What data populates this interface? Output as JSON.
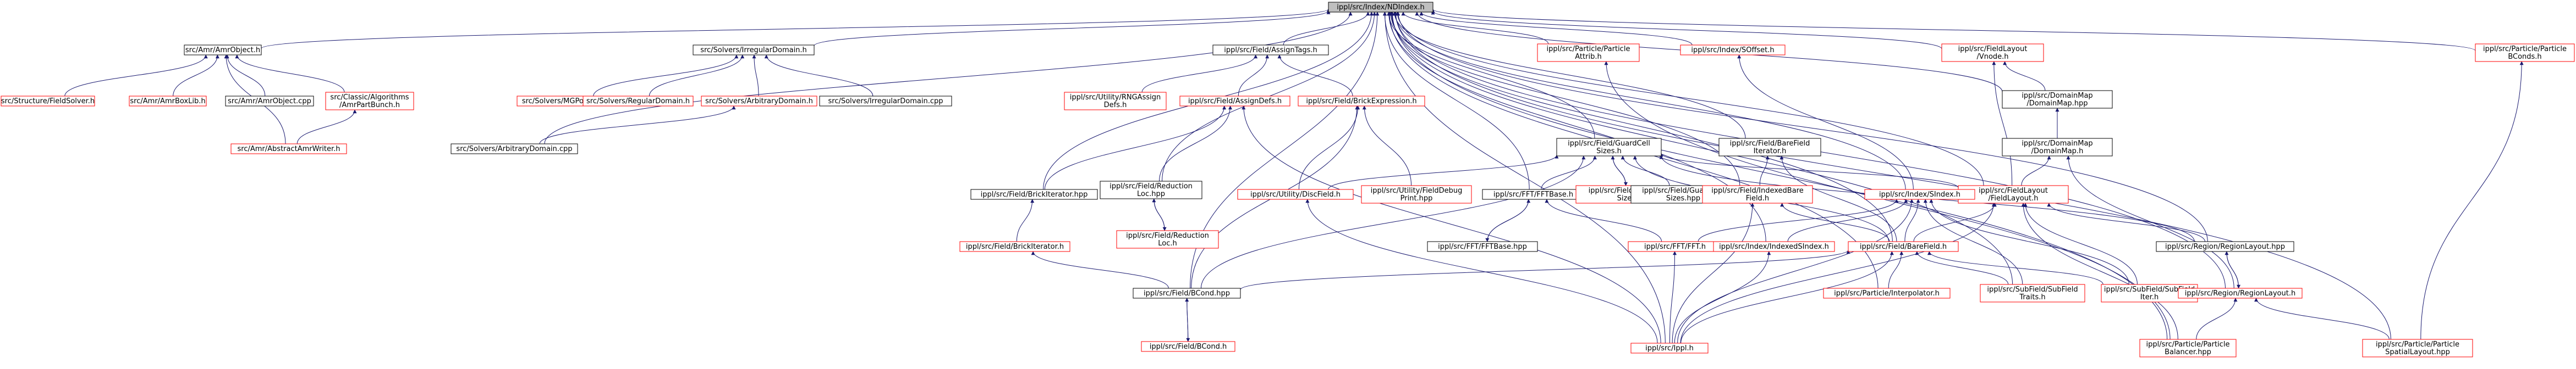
{
  "colors": {
    "edge": "#191970",
    "red_border": "#ff0000",
    "black_border": "#000000",
    "root_fill": "#bfbfbf",
    "node_fill": "#ffffff",
    "text": "#000000"
  },
  "nodes": [
    {
      "id": "root",
      "lines": [
        "ippl/src/Index/NDIndex.h"
      ],
      "border": "black",
      "root": true
    },
    {
      "id": "amrobject",
      "lines": [
        "src/Amr/AmrObject.h"
      ],
      "border": "black"
    },
    {
      "id": "fieldsolver",
      "lines": [
        "src/Structure/FieldSolver.h"
      ],
      "border": "red"
    },
    {
      "id": "boxlib",
      "lines": [
        "src/Amr/AmrBoxLib.h"
      ],
      "border": "red"
    },
    {
      "id": "amrobjectcpp",
      "lines": [
        "src/Amr/AmrObject.cpp"
      ],
      "border": "black"
    },
    {
      "id": "amrpartbunch",
      "lines": [
        "src/Classic/Algorithms",
        "/AmrPartBunch.h"
      ],
      "border": "red"
    },
    {
      "id": "amrwriter",
      "lines": [
        "src/Amr/AbstractAmrWriter.h"
      ],
      "border": "red"
    },
    {
      "id": "irregdomain",
      "lines": [
        "src/Solvers/IrregularDomain.h"
      ],
      "border": "black"
    },
    {
      "id": "mgsolver",
      "lines": [
        "src/Solvers/MGPoissonSolver.h"
      ],
      "border": "red"
    },
    {
      "id": "regdomain",
      "lines": [
        "src/Solvers/RegularDomain.h"
      ],
      "border": "red"
    },
    {
      "id": "arbdomain",
      "lines": [
        "src/Solvers/ArbitraryDomain.h"
      ],
      "border": "red"
    },
    {
      "id": "irregdomaincpp",
      "lines": [
        "src/Solvers/IrregularDomain.cpp"
      ],
      "border": "black"
    },
    {
      "id": "arbdomaincpp",
      "lines": [
        "src/Solvers/ArbitraryDomain.cpp"
      ],
      "border": "black"
    },
    {
      "id": "assigntags",
      "lines": [
        "ippl/src/Field/AssignTags.h"
      ],
      "border": "black"
    },
    {
      "id": "rngassign",
      "lines": [
        "ippl/src/Utility/RNGAssign",
        "Defs.h"
      ],
      "border": "red"
    },
    {
      "id": "assigndefs",
      "lines": [
        "ippl/src/Field/AssignDefs.h"
      ],
      "border": "red"
    },
    {
      "id": "brickexpr",
      "lines": [
        "ippl/src/Field/BrickExpression.h"
      ],
      "border": "red"
    },
    {
      "id": "brickiterhpp",
      "lines": [
        "ippl/src/Field/BrickIterator.hpp"
      ],
      "border": "black"
    },
    {
      "id": "brickiterh",
      "lines": [
        "ippl/src/Field/BrickIterator.h"
      ],
      "border": "red"
    },
    {
      "id": "reductionhpp",
      "lines": [
        "ippl/src/Field/Reduction",
        "Loc.hpp"
      ],
      "border": "black"
    },
    {
      "id": "reductionh",
      "lines": [
        "ippl/src/Field/Reduction",
        "Loc.h"
      ],
      "border": "red"
    },
    {
      "id": "disctfield",
      "lines": [
        "ippl/src/Utility/DiscField.h"
      ],
      "border": "red"
    },
    {
      "id": "debugprint",
      "lines": [
        "ippl/src/Utility/FieldDebug",
        "Print.hpp"
      ],
      "border": "red"
    },
    {
      "id": "bcondhpp",
      "lines": [
        "ippl/src/Field/BCond.hpp"
      ],
      "border": "black"
    },
    {
      "id": "bcondh",
      "lines": [
        "ippl/src/Field/BCond.h"
      ],
      "border": "red"
    },
    {
      "id": "guardcell",
      "lines": [
        "ippl/src/Field/GuardCell",
        "Sizes.h"
      ],
      "border": "black"
    },
    {
      "id": "fftbaseh",
      "lines": [
        "ippl/src/FFT/FFTBase.h"
      ],
      "border": "black"
    },
    {
      "id": "fftbasehpp",
      "lines": [
        "ippl/src/FFT/FFTBase.hpp"
      ],
      "border": "black"
    },
    {
      "id": "guardcellred",
      "lines": [
        "ippl/src/Field/GuardCell",
        "Sizes.h"
      ],
      "border": "red"
    },
    {
      "id": "guardcellhpp",
      "lines": [
        "ippl/src/Field/GuardCell",
        "Sizes.hpp"
      ],
      "border": "black"
    },
    {
      "id": "particleattrib",
      "lines": [
        "ippl/src/Particle/Particle",
        "Attrib.h"
      ],
      "border": "red"
    },
    {
      "id": "sindexh",
      "lines": [
        "ippl/src/Index/SOffset.h"
      ],
      "border": "red"
    },
    {
      "id": "barefielditer",
      "lines": [
        "ippl/src/Field/BareField",
        "Iterator.h"
      ],
      "border": "black"
    },
    {
      "id": "indexedbare",
      "lines": [
        "ippl/src/Field/IndexedBare",
        "Field.h"
      ],
      "border": "red"
    },
    {
      "id": "fieldlayoutvnode",
      "lines": [
        "ippl/src/FieldLayout",
        "/Vnode.h"
      ],
      "border": "red"
    },
    {
      "id": "domainmaphpp",
      "lines": [
        "ippl/src/DomainMap",
        "/DomainMap.hpp"
      ],
      "border": "black"
    },
    {
      "id": "domainmaph",
      "lines": [
        "ippl/src/DomainMap",
        "/DomainMap.h"
      ],
      "border": "black"
    },
    {
      "id": "fieldlayout",
      "lines": [
        "ippl/src/FieldLayout",
        "/FieldLayout.h"
      ],
      "border": "red"
    },
    {
      "id": "sindexsix",
      "lines": [
        "ippl/src/Index/SIndex.h"
      ],
      "border": "red"
    },
    {
      "id": "ffth",
      "lines": [
        "ippl/src/FFT/FFT.h"
      ],
      "border": "red"
    },
    {
      "id": "indexedsindex",
      "lines": [
        "ippl/src/Index/IndexedSIndex.h"
      ],
      "border": "red"
    },
    {
      "id": "barefieldh",
      "lines": [
        "ippl/src/Field/BareField.h"
      ],
      "border": "red"
    },
    {
      "id": "ipplh",
      "lines": [
        "ippl/src/Ippl.h"
      ],
      "border": "red"
    },
    {
      "id": "interpolator",
      "lines": [
        "ippl/src/Particle/Interpolator.h"
      ],
      "border": "red"
    },
    {
      "id": "subfieldtraits",
      "lines": [
        "ippl/src/SubField/SubField",
        "Traits.h"
      ],
      "border": "red"
    },
    {
      "id": "subfielditer",
      "lines": [
        "ippl/src/SubField/SubField",
        "Iter.h"
      ],
      "border": "red"
    },
    {
      "id": "regionlayouthpp",
      "lines": [
        "ippl/src/Region/RegionLayout.hpp"
      ],
      "border": "black"
    },
    {
      "id": "regionlayouth",
      "lines": [
        "ippl/src/Region/RegionLayout.h"
      ],
      "border": "red"
    },
    {
      "id": "particlebcond",
      "lines": [
        "ippl/src/Particle/Particle",
        "BConds.h"
      ],
      "border": "red"
    },
    {
      "id": "particlebalancer",
      "lines": [
        "ippl/src/Particle/Particle",
        "Balancer.hpp"
      ],
      "border": "red"
    },
    {
      "id": "particlespatial",
      "lines": [
        "ippl/src/Particle/Particle",
        "SpatialLayout.hpp"
      ],
      "border": "red"
    }
  ],
  "edges": [
    [
      "root",
      "amrobject"
    ],
    [
      "root",
      "irregdomain"
    ],
    [
      "root",
      "assigntags"
    ],
    [
      "root",
      "guardcell"
    ],
    [
      "root",
      "particleattrib"
    ],
    [
      "root",
      "sindexh"
    ],
    [
      "root",
      "barefielditer"
    ],
    [
      "root",
      "fieldlayoutvnode"
    ],
    [
      "root",
      "domainmaphpp"
    ],
    [
      "root",
      "fieldlayout"
    ],
    [
      "root",
      "sindexsix"
    ],
    [
      "root",
      "brickiterhpp"
    ],
    [
      "root",
      "reductionhpp"
    ],
    [
      "root",
      "fftbaseh"
    ],
    [
      "root",
      "indexedsindex"
    ],
    [
      "root",
      "barefieldh"
    ],
    [
      "root",
      "ipplh"
    ],
    [
      "root",
      "interpolator"
    ],
    [
      "root",
      "subfieldtraits"
    ],
    [
      "root",
      "regionlayouthpp"
    ],
    [
      "root",
      "regionlayouth"
    ],
    [
      "root",
      "particlebcond"
    ],
    [
      "root",
      "particlebalancer"
    ],
    [
      "root",
      "particlespatial"
    ],
    [
      "root",
      "bcondhpp"
    ],
    [
      "root",
      "arbdomaincpp"
    ],
    [
      "root",
      "indexedbare"
    ],
    [
      "amrobject",
      "fieldsolver"
    ],
    [
      "amrobject",
      "boxlib"
    ],
    [
      "amrobject",
      "amrobjectcpp"
    ],
    [
      "amrobject",
      "amrpartbunch"
    ],
    [
      "amrobject",
      "amrwriter"
    ],
    [
      "amrpartbunch",
      "amrwriter"
    ],
    [
      "irregdomain",
      "mgsolver"
    ],
    [
      "irregdomain",
      "regdomain"
    ],
    [
      "irregdomain",
      "arbdomain"
    ],
    [
      "irregdomain",
      "irregdomaincpp"
    ],
    [
      "arbdomain",
      "arbdomaincpp"
    ],
    [
      "assigntags",
      "rngassign"
    ],
    [
      "assigntags",
      "assigndefs"
    ],
    [
      "assigntags",
      "brickexpr"
    ],
    [
      "assigndefs",
      "brickiterhpp"
    ],
    [
      "assigndefs",
      "reductionhpp"
    ],
    [
      "assigndefs",
      "ipplh"
    ],
    [
      "brickexpr",
      "disctfield"
    ],
    [
      "brickexpr",
      "debugprint"
    ],
    [
      "brickexpr",
      "bcondhpp"
    ],
    [
      "brickiterhpp",
      "brickiterh"
    ],
    [
      "brickiterh",
      "bcondhpp"
    ],
    [
      "reductionhpp",
      "reductionh"
    ],
    [
      "reductionh",
      "reductionhpp"
    ],
    [
      "bcondhpp",
      "bcondh"
    ],
    [
      "bcondh",
      "bcondhpp"
    ],
    [
      "disctfield",
      "ipplh"
    ],
    [
      "guardcell",
      "fftbaseh"
    ],
    [
      "guardcell",
      "guardcellred"
    ],
    [
      "guardcell",
      "guardcellhpp"
    ],
    [
      "guardcell",
      "barefieldh"
    ],
    [
      "guardcell",
      "fieldlayout"
    ],
    [
      "guardcell",
      "regionlayouthpp"
    ],
    [
      "guardcell",
      "disctfield"
    ],
    [
      "guardcell",
      "bcondhpp"
    ],
    [
      "guardcellred",
      "guardcell"
    ],
    [
      "fftbaseh",
      "fftbasehpp"
    ],
    [
      "fftbasehpp",
      "fftbaseh"
    ],
    [
      "fftbaseh",
      "ffth"
    ],
    [
      "particleattrib",
      "particlebalancer"
    ],
    [
      "sindexh",
      "sindexsix"
    ],
    [
      "barefielditer",
      "indexedbare"
    ],
    [
      "barefielditer",
      "barefieldh"
    ],
    [
      "indexedbare",
      "barefieldh"
    ],
    [
      "indexedbare",
      "ipplh"
    ],
    [
      "fieldlayoutvnode",
      "domainmaphpp"
    ],
    [
      "fieldlayoutvnode",
      "fieldlayout"
    ],
    [
      "domainmaphpp",
      "domainmaph"
    ],
    [
      "domainmaph",
      "fieldlayout"
    ],
    [
      "domainmaph",
      "regionlayouth"
    ],
    [
      "fieldlayout",
      "barefieldh"
    ],
    [
      "fieldlayout",
      "ipplh"
    ],
    [
      "fieldlayout",
      "subfielditer"
    ],
    [
      "fieldlayout",
      "regionlayouthpp"
    ],
    [
      "fieldlayout",
      "particlebalancer"
    ],
    [
      "sindexsix",
      "ffth"
    ],
    [
      "sindexsix",
      "indexedsindex"
    ],
    [
      "sindexsix",
      "barefieldh"
    ],
    [
      "sindexsix",
      "subfieldtraits"
    ],
    [
      "sindexsix",
      "ipplh"
    ],
    [
      "sindexsix",
      "subfielditer"
    ],
    [
      "ffth",
      "ipplh"
    ],
    [
      "indexedsindex",
      "ipplh"
    ],
    [
      "barefieldh",
      "ipplh"
    ],
    [
      "barefieldh",
      "interpolator"
    ],
    [
      "barefieldh",
      "subfieldtraits"
    ],
    [
      "barefieldh",
      "subfielditer"
    ],
    [
      "barefieldh",
      "bcondhpp"
    ],
    [
      "regionlayouthpp",
      "regionlayouth"
    ],
    [
      "regionlayouth",
      "regionlayouthpp"
    ],
    [
      "regionlayouth",
      "particlebalancer"
    ],
    [
      "regionlayouth",
      "particlespatial"
    ],
    [
      "particlebcond",
      "particlespatial"
    ]
  ]
}
